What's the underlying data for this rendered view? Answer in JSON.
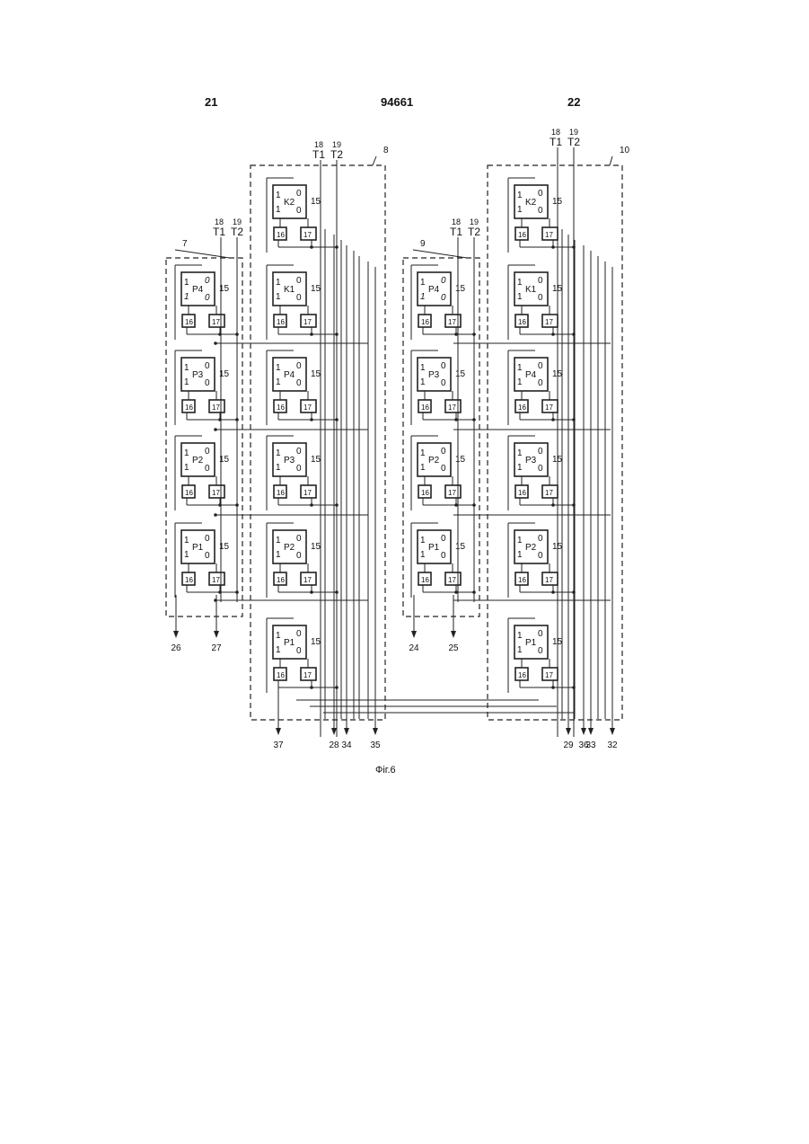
{
  "header": {
    "left_page": "21",
    "center_number": "94661",
    "right_page": "22"
  },
  "figure": {
    "caption": "Фіг.6",
    "signals": {
      "t1_num": "18",
      "t1": "T1",
      "t2_num": "19",
      "t2": "T2"
    },
    "cell_label": "15",
    "sub16": "16",
    "sub17": "17",
    "digits": {
      "one": "1",
      "zero": "0"
    },
    "blocks": [
      {
        "id": "7",
        "cells": [
          "P4",
          "P3",
          "P2",
          "P1"
        ],
        "outputs": [
          "26",
          "27"
        ]
      },
      {
        "id": "8",
        "cells": [
          "K2",
          "K1",
          "P4",
          "P3",
          "P2",
          "P1"
        ],
        "outputs": [
          "37",
          "28",
          "34",
          "35"
        ]
      },
      {
        "id": "9",
        "cells": [
          "P4",
          "P3",
          "P2",
          "P1"
        ],
        "outputs": [
          "24",
          "25"
        ]
      },
      {
        "id": "10",
        "cells": [
          "K2",
          "K1",
          "P4",
          "P3",
          "P2",
          "P1"
        ],
        "outputs": [
          "29",
          "36",
          "32",
          "33"
        ]
      }
    ]
  }
}
